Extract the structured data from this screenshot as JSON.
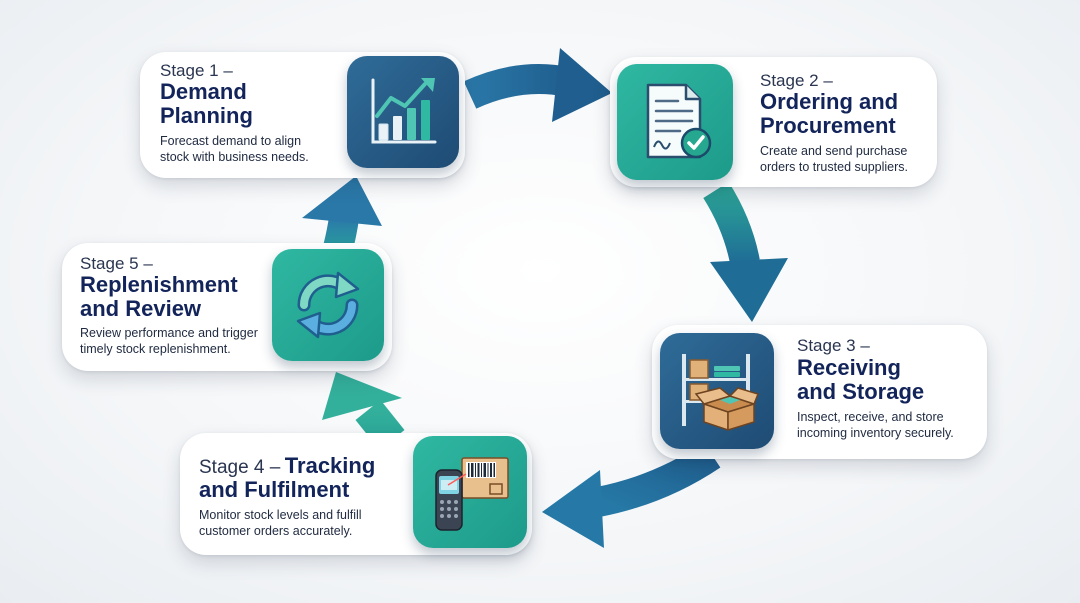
{
  "stages": [
    {
      "label": "Stage 1 –",
      "title_line1": "Demand",
      "title_line2": "Planning",
      "desc_line1": "Forecast demand to align",
      "desc_line2": "stock with business needs.",
      "icon": "bar-chart-trend-icon"
    },
    {
      "label": "Stage 2 –",
      "title_line1": "Ordering and",
      "title_line2": "Procurement",
      "desc_line1": "Create and send purchase",
      "desc_line2": "orders to trusted suppliers.",
      "icon": "purchase-order-document-icon"
    },
    {
      "label": "Stage 3 –",
      "title_line1": "Receiving",
      "title_line2": "and Storage",
      "desc_line1": "Inspect, receive, and store",
      "desc_line2": "incoming inventory securely.",
      "icon": "warehouse-boxes-icon"
    },
    {
      "label": "Stage 4 –",
      "title_line1": "Tracking",
      "title_line2": "and Fulfilment",
      "desc_line1": "Monitor stock levels and fulfill",
      "desc_line2": "customer orders accurately.",
      "icon": "barcode-scanner-icon"
    },
    {
      "label": "Stage 5 –",
      "title_line1": "Replenishment",
      "title_line2": "and Review",
      "desc_line1": "Review performance and trigger",
      "desc_line2": "timely stock replenishment.",
      "icon": "refresh-cycle-icon"
    }
  ],
  "colors": {
    "navy_text": "#13245a",
    "tile_blue": "#245b87",
    "tile_green": "#27ae99",
    "arrow_blue": "#1f5e8e",
    "arrow_teal": "#2ba597"
  }
}
